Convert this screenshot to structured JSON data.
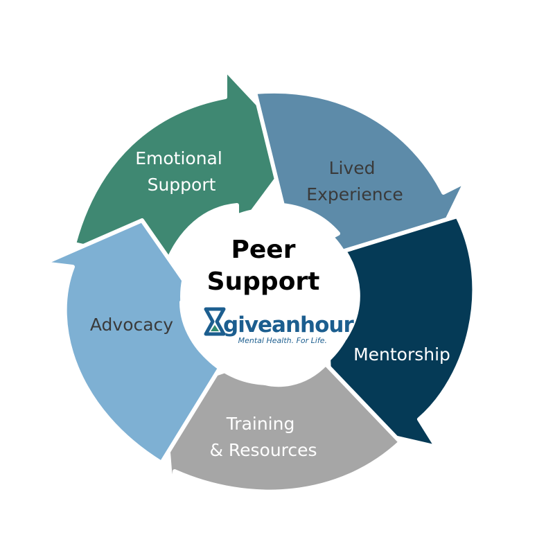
{
  "center": {
    "title_line1": "Peer",
    "title_line2": "Support"
  },
  "logo": {
    "wordmark": "giveanhour",
    "tagline": "Mental Health. For Life.",
    "icon": "hourglass-icon",
    "color": "#1c5e8f",
    "accent_color": "#2f8a6e"
  },
  "segments": [
    {
      "id": "emotional-support",
      "lines": [
        "Emotional",
        "Support"
      ],
      "color": "#3f8872",
      "text_color": "#ffffff"
    },
    {
      "id": "lived-experience",
      "lines": [
        "Lived",
        "Experience"
      ],
      "color": "#5d8ba9",
      "text_color": "#3a3a3a"
    },
    {
      "id": "mentorship",
      "lines": [
        "Mentorship"
      ],
      "color": "#053a56",
      "text_color": "#ffffff"
    },
    {
      "id": "training-resources",
      "lines": [
        "Training",
        "& Resources"
      ],
      "color": "#a6a6a6",
      "text_color": "#ffffff"
    },
    {
      "id": "advocacy",
      "lines": [
        "Advocacy"
      ],
      "color": "#7eb0d3",
      "text_color": "#3a3a3a"
    }
  ]
}
